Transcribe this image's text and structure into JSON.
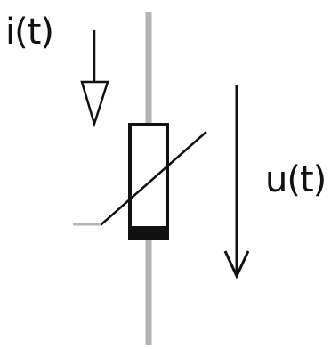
{
  "labels": {
    "current": "i(t)",
    "voltage": "u(t)"
  },
  "colors": {
    "wire": "#b4b4b4",
    "stroke": "#111111",
    "band": "#111111",
    "background": "#ffffff"
  },
  "icons": {
    "resistor": "varistor-symbol",
    "current_arrow": "hollow-down-arrow",
    "voltage_arrow": "open-down-arrow"
  }
}
